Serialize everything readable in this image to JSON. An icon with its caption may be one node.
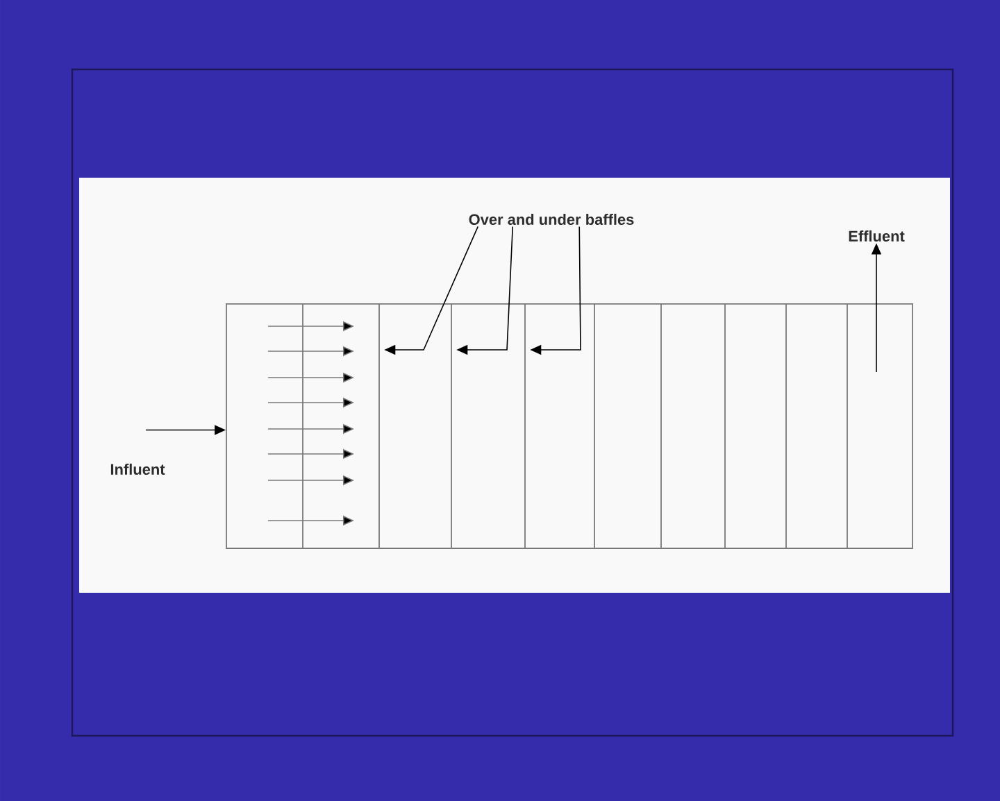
{
  "diagram": {
    "nodes": [
      {
        "text": [
          "Over and under baffles"
        ]
      },
      {
        "text": [
          "Effluent"
        ]
      },
      {
        "text": [],
        "shape": "box"
      },
      {
        "text": [],
        "shape": "bar",
        "in": 2
      },
      {
        "text": [],
        "shape": "bar",
        "in": 2
      },
      {
        "text": [],
        "shape": "bar",
        "in": 2
      },
      {
        "text": [],
        "shape": "bar",
        "in": 2
      },
      {
        "text": [],
        "shape": "bar",
        "in": 2
      },
      {
        "text": [],
        "shape": "bar",
        "in": 2
      },
      {
        "text": [],
        "shape": "bar",
        "in": 2
      },
      {
        "text": [],
        "shape": "bar",
        "in": 2
      },
      {
        "text": [],
        "shape": "bar",
        "in": 2
      },
      {
        "text": [
          "Influent"
        ]
      }
    ],
    "edges": [
      {
        "from": 0,
        "to": 4,
        "arrow": "to"
      },
      {
        "from": 0,
        "to": 5,
        "arrow": "to"
      },
      {
        "from": 0,
        "to": 6,
        "arrow": "to"
      },
      {
        "from": null,
        "to": 1,
        "arrow": "to"
      },
      {
        "from": 12,
        "to": 2,
        "arrow": "to"
      }
    ]
  }
}
